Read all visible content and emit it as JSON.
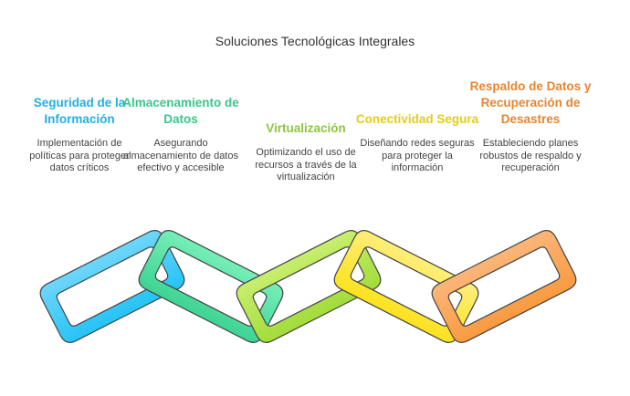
{
  "title": "Soluciones Tecnológicas Integrales",
  "items": [
    {
      "heading": "Seguridad de la Información",
      "description": "Implementación de políticas para proteger datos críticos",
      "color": "#1fb0e0"
    },
    {
      "heading": "Almacenamiento de Datos",
      "description": "Asegurando almacenamiento de datos efectivo y accesible",
      "color": "#35c98a"
    },
    {
      "heading": "Virtualización",
      "description": "Optimizando el uso de recursos a través de la virtualización",
      "color": "#8cc63f"
    },
    {
      "heading": "Conectividad Segura",
      "description": "Diseñando redes seguras para proteger la información",
      "color": "#e3cc1a"
    },
    {
      "heading": "Respaldo de Datos y Recuperación de Desastres",
      "description": "Estableciendo planes robustos de respaldo y recuperación",
      "color": "#e8842f"
    }
  ],
  "links": [
    {
      "top": "#6fd6fb",
      "bottom": "#25c3f5"
    },
    {
      "top": "#76eeb8",
      "bottom": "#3ed394"
    },
    {
      "top": "#c8ee6e",
      "bottom": "#a2dc3a"
    },
    {
      "top": "#fdee7a",
      "bottom": "#fde21e"
    },
    {
      "top": "#fbb679",
      "bottom": "#f99a3f"
    }
  ]
}
